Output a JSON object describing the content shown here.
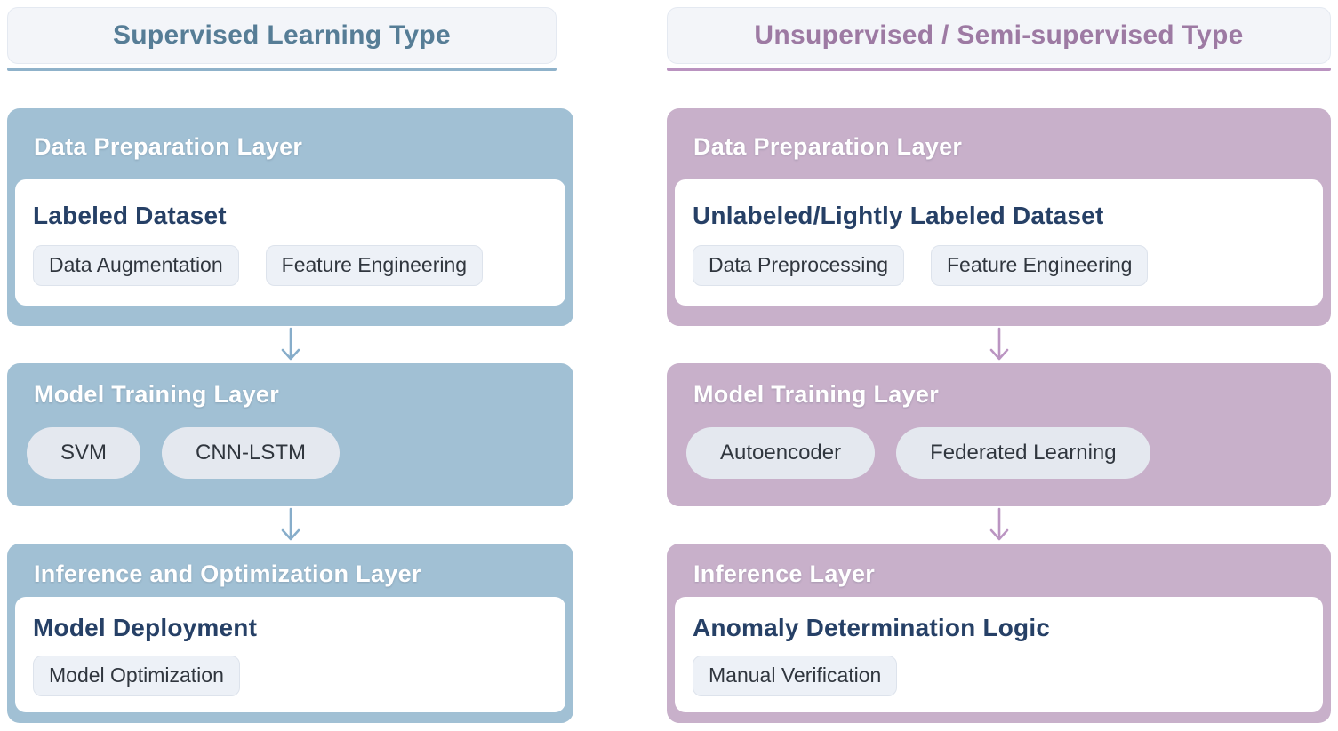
{
  "palette": {
    "page_bg": "#ffffff",
    "header_box_bg": "#f3f5f9",
    "header_box_border": "#e4e9f1",
    "card_bg": "#ffffff",
    "heading_text": "#264066",
    "chip_bg": "#edf1f7",
    "chip_border": "#dde3ec",
    "chip_text": "#30363e",
    "pill_bg": "#e4e8ef"
  },
  "columns": [
    {
      "id": "supervised",
      "header": "Supervised Learning Type",
      "theme": {
        "accent": "#a1c0d4",
        "header_text": "#567d96",
        "underline": "#8fb2ca",
        "arrow": "#87adca"
      },
      "layers": [
        {
          "title": "Data Preparation Layer",
          "card": {
            "heading": "Labeled Dataset",
            "chips": [
              "Data Augmentation",
              "Feature Engineering"
            ]
          }
        },
        {
          "title": "Model Training Layer",
          "pills": [
            "SVM",
            "CNN-LSTM"
          ]
        },
        {
          "title": "Inference and Optimization Layer",
          "card": {
            "heading": "Model Deployment",
            "chips": [
              "Model Optimization"
            ]
          }
        }
      ]
    },
    {
      "id": "unsupervised",
      "header": "Unsupervised / Semi-supervised Type",
      "theme": {
        "accent": "#c8b0ca",
        "header_text": "#9d7aa3",
        "underline": "#ba93c0",
        "arrow": "#bb95c2"
      },
      "layers": [
        {
          "title": "Data Preparation Layer",
          "card": {
            "heading": "Unlabeled/Lightly Labeled Dataset",
            "chips": [
              "Data Preprocessing",
              "Feature Engineering"
            ]
          }
        },
        {
          "title": "Model Training Layer",
          "pills": [
            "Autoencoder",
            "Federated Learning"
          ]
        },
        {
          "title": "Inference Layer",
          "card": {
            "heading": "Anomaly Determination Logic",
            "chips": [
              "Manual Verification"
            ]
          }
        }
      ]
    }
  ]
}
